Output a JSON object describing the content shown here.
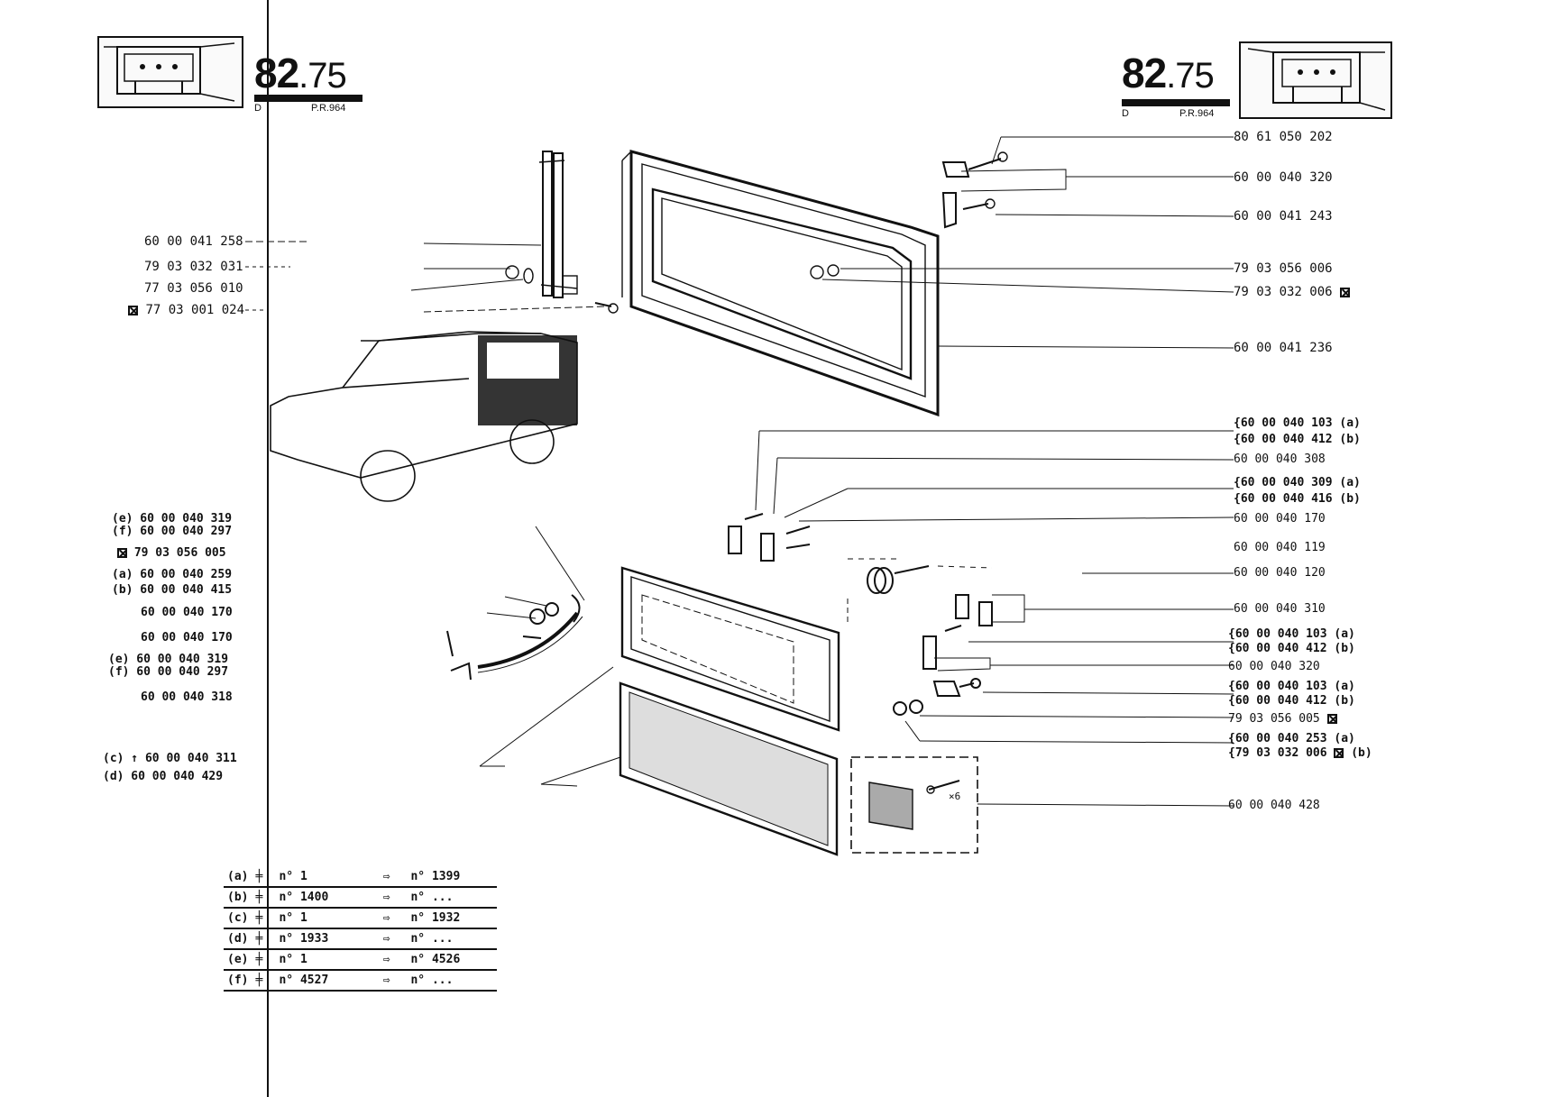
{
  "header_left": {
    "section_major": "82",
    "section_minor": ".75",
    "sub_left": "D",
    "sub_right": "P.R.964"
  },
  "header_right": {
    "section_major": "82",
    "section_minor": ".75",
    "sub_left": "D",
    "sub_right": "P.R.964"
  },
  "parts_left": [
    {
      "id": "l1",
      "text": "60 00 041 258"
    },
    {
      "id": "l2",
      "text": "79 03 032 031"
    },
    {
      "id": "l3",
      "text": "77 03 056 010"
    },
    {
      "id": "l4",
      "text": "77 03 001 024",
      "mark": true
    },
    {
      "id": "l5a",
      "text": "(e)  60 00 040 319"
    },
    {
      "id": "l5b",
      "text": "(f)  60 00 040 297"
    },
    {
      "id": "l6",
      "text": "79 03 056 005",
      "mark": true
    },
    {
      "id": "l7a",
      "text": "(a) 60 00 040 259"
    },
    {
      "id": "l7b",
      "text": "(b) 60 00 040 415"
    },
    {
      "id": "l8",
      "text": "60 00 040 170"
    },
    {
      "id": "l9",
      "text": "60 00 040 170"
    },
    {
      "id": "l10a",
      "text": "(e)  60 00 040 319"
    },
    {
      "id": "l10b",
      "text": "(f)  60 00 040 297"
    },
    {
      "id": "l11",
      "text": "60 00 040 318"
    },
    {
      "id": "l12a",
      "text": "(c) ↑ 60 00 040 311"
    },
    {
      "id": "l12b",
      "text": "(d)   60 00 040 429"
    }
  ],
  "parts_right": [
    {
      "id": "r1",
      "text": "80 61 050 202"
    },
    {
      "id": "r2",
      "text": "60 00 040 320"
    },
    {
      "id": "r3",
      "text": "60 00 041 243"
    },
    {
      "id": "r4",
      "text": "79 03 056 006"
    },
    {
      "id": "r5",
      "text": "79 03 032 006",
      "mark": true
    },
    {
      "id": "r6",
      "text": "60 00 041 236"
    },
    {
      "id": "r7a",
      "text": "{60 00 040 103 (a)"
    },
    {
      "id": "r7b",
      "text": "{60 00 040 412 (b)"
    },
    {
      "id": "r8",
      "text": "60 00 040 308"
    },
    {
      "id": "r9a",
      "text": "{60 00 040 309 (a)"
    },
    {
      "id": "r9b",
      "text": "{60 00 040 416 (b)"
    },
    {
      "id": "r10",
      "text": "60 00 040 170"
    },
    {
      "id": "r11",
      "text": "60 00 040 119"
    },
    {
      "id": "r12",
      "text": "60 00 040 120"
    },
    {
      "id": "r13",
      "text": "60 00 040 310"
    },
    {
      "id": "r14a",
      "text": "{60 00 040 103 (a)"
    },
    {
      "id": "r14b",
      "text": "{60 00 040 412 (b)"
    },
    {
      "id": "r15",
      "text": "60 00 040 320"
    },
    {
      "id": "r16a",
      "text": "{60 00 040 103 (a)"
    },
    {
      "id": "r16b",
      "text": "{60 00 040 412 (b)"
    },
    {
      "id": "r17",
      "text": "79 03 056 005",
      "mark_after": true
    },
    {
      "id": "r18a",
      "text": "{60 00 040 253 (a)"
    },
    {
      "id": "r18b",
      "text": "{79 03 032 006",
      "mark_after": true,
      "suffix": " (b)"
    },
    {
      "id": "r19",
      "text": "60 00 040 428"
    }
  ],
  "callouts": {
    "times_six": "×6"
  },
  "serial_table": [
    {
      "code": "(a)",
      "from": "n°      1",
      "arrow": "⇨",
      "to": "n° 1399"
    },
    {
      "code": "(b)",
      "from": "n° 1400",
      "arrow": "⇨",
      "to": "n°   ..."
    },
    {
      "code": "(c)",
      "from": "n°      1",
      "arrow": "⇨",
      "to": "n° 1932"
    },
    {
      "code": "(d)",
      "from": "n° 1933",
      "arrow": "⇨",
      "to": "n°   ..."
    },
    {
      "code": "(e)",
      "from": "n°      1",
      "arrow": "⇨",
      "to": "n° 4526"
    },
    {
      "code": "(f)",
      "from": "n° 4527",
      "arrow": "⇨",
      "to": "n°   ..."
    }
  ]
}
